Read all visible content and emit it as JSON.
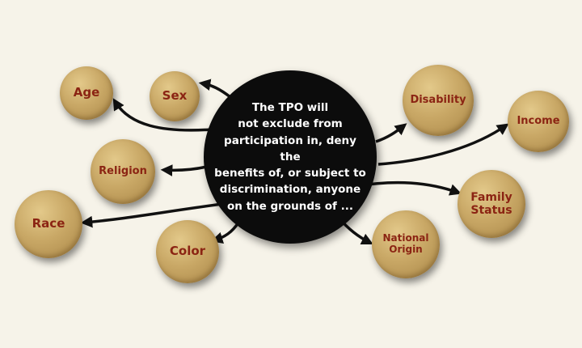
{
  "center": {
    "text": "The TPO will\nnot exclude from\nparticipation in, deny the\nbenefits of, or subject to\ndiscrimination, anyone\non the grounds of ..."
  },
  "nodes": [
    {
      "id": "age",
      "label": "Age"
    },
    {
      "id": "sex",
      "label": "Sex"
    },
    {
      "id": "religion",
      "label": "Religion"
    },
    {
      "id": "race",
      "label": "Race"
    },
    {
      "id": "color",
      "label": "Color"
    },
    {
      "id": "disability",
      "label": "Disability"
    },
    {
      "id": "income",
      "label": "Income"
    },
    {
      "id": "family-status",
      "label": "Family\nStatus"
    },
    {
      "id": "national-origin",
      "label": "National\nOrigin"
    }
  ],
  "colors": {
    "background": "#f6f3e9",
    "center_fill": "#0c0c0c",
    "node_fill": "#c9a866",
    "node_text": "#8b2413",
    "arrow": "#111111"
  }
}
